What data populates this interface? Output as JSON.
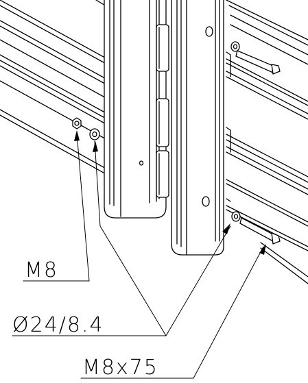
{
  "callouts": {
    "nut": {
      "label": "M8"
    },
    "washer": {
      "label": "Ø24/8.4"
    },
    "bolt": {
      "label": "M8x75"
    }
  }
}
